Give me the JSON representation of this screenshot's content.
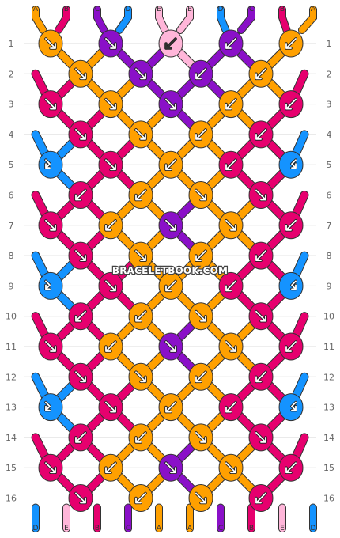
{
  "palette": {
    "A": "#ffa000",
    "B": "#e6006e",
    "C": "#8a10c8",
    "D": "#1493ff",
    "E": "#ffb6d9"
  },
  "top_strands": [
    "A",
    "B",
    "C",
    "D",
    "E",
    "E",
    "D",
    "C",
    "B",
    "A"
  ],
  "bottom_strands": [
    "D",
    "E",
    "B",
    "C",
    "A",
    "A",
    "C",
    "B",
    "E",
    "D"
  ],
  "row_labels": [
    "1",
    "2",
    "3",
    "4",
    "5",
    "6",
    "7",
    "8",
    "9",
    "10",
    "11",
    "12",
    "13",
    "14",
    "15",
    "16"
  ],
  "watermark": "BRACELETBOOK.COM",
  "rows": [
    [
      {
        "c": "A",
        "d": "R"
      },
      {
        "c": "C",
        "d": "R"
      },
      {
        "c": "E",
        "d": "L"
      },
      {
        "c": "C",
        "d": "L"
      },
      {
        "c": "A",
        "d": "L"
      }
    ],
    [
      {
        "c": "A",
        "d": "R"
      },
      {
        "c": "C",
        "d": "R"
      },
      {
        "c": "C",
        "d": "L"
      },
      {
        "c": "A",
        "d": "L"
      }
    ],
    [
      {
        "c": "B",
        "d": "R"
      },
      {
        "c": "A",
        "d": "R"
      },
      {
        "c": "C",
        "d": "R"
      },
      {
        "c": "A",
        "d": "L"
      },
      {
        "c": "B",
        "d": "L"
      }
    ],
    [
      {
        "c": "B",
        "d": "R"
      },
      {
        "c": "A",
        "d": "R"
      },
      {
        "c": "A",
        "d": "L"
      },
      {
        "c": "B",
        "d": "L"
      }
    ],
    [
      {
        "c": "D",
        "d": "r"
      },
      {
        "c": "B",
        "d": "R"
      },
      {
        "c": "A",
        "d": "L"
      },
      {
        "c": "B",
        "d": "L"
      },
      {
        "c": "D",
        "d": "l"
      }
    ],
    [
      {
        "c": "B",
        "d": "L"
      },
      {
        "c": "A",
        "d": "L"
      },
      {
        "c": "A",
        "d": "R"
      },
      {
        "c": "B",
        "d": "R"
      }
    ],
    [
      {
        "c": "B",
        "d": "R"
      },
      {
        "c": "A",
        "d": "L"
      },
      {
        "c": "C",
        "d": "R"
      },
      {
        "c": "A",
        "d": "R"
      },
      {
        "c": "B",
        "d": "L"
      }
    ],
    [
      {
        "c": "B",
        "d": "R"
      },
      {
        "c": "A",
        "d": "R"
      },
      {
        "c": "A",
        "d": "L"
      },
      {
        "c": "B",
        "d": "L"
      }
    ],
    [
      {
        "c": "D",
        "d": "r"
      },
      {
        "c": "B",
        "d": "R"
      },
      {
        "c": "A",
        "d": "L"
      },
      {
        "c": "B",
        "d": "L"
      },
      {
        "c": "D",
        "d": "l"
      }
    ],
    [
      {
        "c": "B",
        "d": "L"
      },
      {
        "c": "A",
        "d": "L"
      },
      {
        "c": "A",
        "d": "R"
      },
      {
        "c": "B",
        "d": "R"
      }
    ],
    [
      {
        "c": "B",
        "d": "R"
      },
      {
        "c": "A",
        "d": "L"
      },
      {
        "c": "C",
        "d": "R"
      },
      {
        "c": "A",
        "d": "R"
      },
      {
        "c": "B",
        "d": "L"
      }
    ],
    [
      {
        "c": "B",
        "d": "R"
      },
      {
        "c": "A",
        "d": "R"
      },
      {
        "c": "A",
        "d": "L"
      },
      {
        "c": "B",
        "d": "L"
      }
    ],
    [
      {
        "c": "D",
        "d": "r"
      },
      {
        "c": "B",
        "d": "R"
      },
      {
        "c": "A",
        "d": "L"
      },
      {
        "c": "B",
        "d": "L"
      },
      {
        "c": "D",
        "d": "l"
      }
    ],
    [
      {
        "c": "B",
        "d": "L"
      },
      {
        "c": "A",
        "d": "L"
      },
      {
        "c": "A",
        "d": "R"
      },
      {
        "c": "B",
        "d": "R"
      }
    ],
    [
      {
        "c": "B",
        "d": "R"
      },
      {
        "c": "A",
        "d": "L"
      },
      {
        "c": "C",
        "d": "R"
      },
      {
        "c": "A",
        "d": "R"
      },
      {
        "c": "B",
        "d": "L"
      }
    ],
    [
      {
        "c": "B",
        "d": "R"
      },
      {
        "c": "A",
        "d": "L"
      },
      {
        "c": "A",
        "d": "R"
      },
      {
        "c": "B",
        "d": "L"
      }
    ]
  ]
}
